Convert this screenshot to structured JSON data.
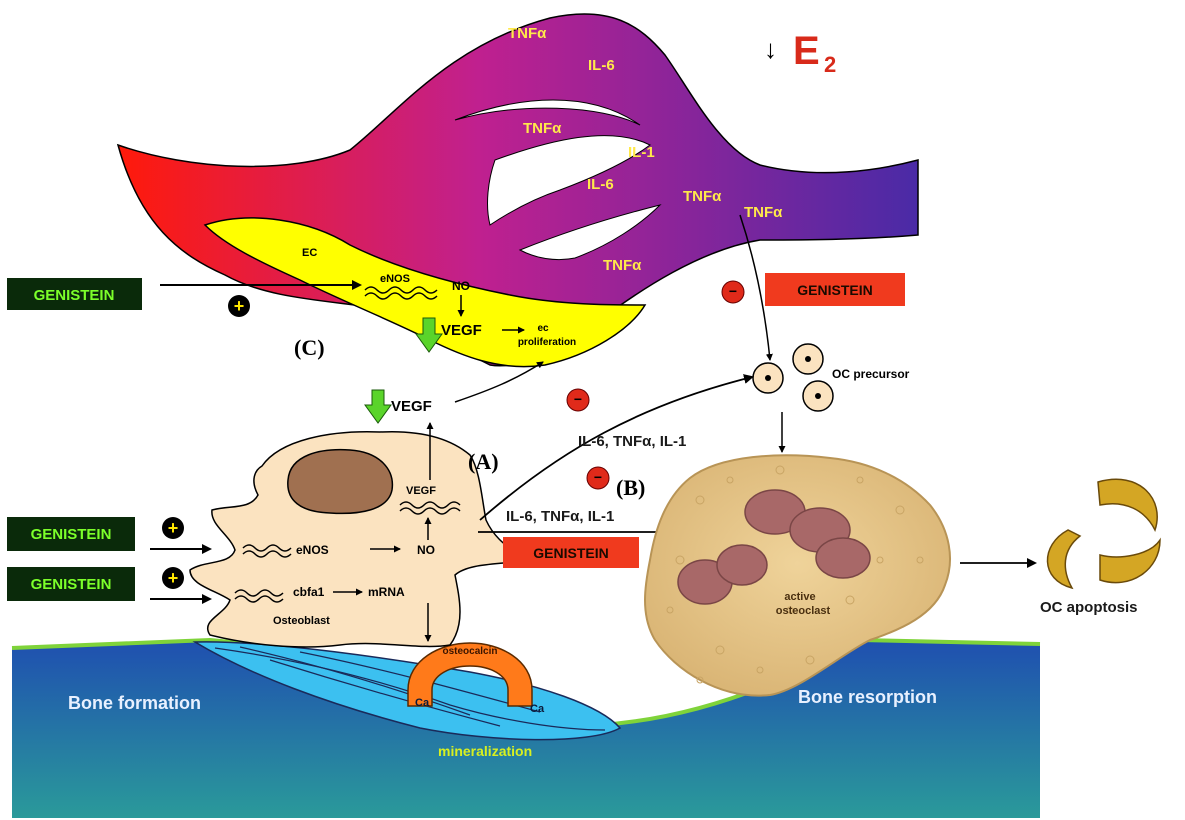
{
  "estrogen": {
    "arrow": "↓",
    "symbol": "E",
    "subscript": "2"
  },
  "vessel_labels": {
    "tnf_1": "TNFα",
    "il6_1": "IL-6",
    "tnf_2": "TNFα",
    "il1_1": "IL-1",
    "il6_2": "IL-6",
    "tnf_3": "TNFα",
    "tnf_4": "TNFα",
    "tnf_5": "TNFα"
  },
  "endothelium": {
    "ec": "EC",
    "enos": "eNOS",
    "no": "NO",
    "vegf": "VEGF",
    "ec_prolif_1": "ec",
    "ec_prolif_2": "proliferation"
  },
  "genistein": {
    "top_left": "GENISTEIN",
    "top_right": "GENISTEIN",
    "mid_left": "GENISTEIN",
    "low_left": "GENISTEIN",
    "center": "GENISTEIN"
  },
  "signs": {
    "plus": "+",
    "minus": "−"
  },
  "pathway_labels": {
    "a": "(A)",
    "b": "(B)",
    "c": "(C)"
  },
  "osteoblast": {
    "vegf_out": "VEGF",
    "vegf_in": "VEGF",
    "enos": "eNOS",
    "no": "NO",
    "cbfa1": "cbfa1",
    "mrna": "mRNA",
    "name": "Osteoblast",
    "osteocalcin": "osteocalcin",
    "ca_left": "Ca",
    "ca_right": "Ca"
  },
  "cytokines": {
    "upper": "IL-6, TNFα, IL-1",
    "lower": "IL-6, TNFα, IL-1"
  },
  "osteoclast": {
    "precursor": "OC precursor",
    "active_1": "active",
    "active_2": "osteoclast",
    "apoptosis": "OC apoptosis"
  },
  "bone": {
    "formation": "Bone formation",
    "resorption": "Bone resorption",
    "mineralization": "mineralization"
  },
  "colors": {
    "vessel_start": "#ff1a0a",
    "vessel_mid": "#c0208f",
    "vessel_end": "#4a2aa6",
    "endo": "#ffff00",
    "cyto_text": "#ffe94a",
    "green_box": "#0a2a0a",
    "green_text": "#7cff2a",
    "red_box": "#f03a1e",
    "estrogen": "#d82a1a",
    "osteoblast": "#fbe3c0",
    "bone_top": "#1f4fb0",
    "bone_bottom": "#2a9a9a",
    "bone_edge": "#7fd33a",
    "matrix": "#3cc0f0",
    "osteocalcin": "#ff7a1a",
    "osteoclast": "#e8c88a",
    "nucleus": "#a86868",
    "apoptosis": "#d4a624"
  }
}
